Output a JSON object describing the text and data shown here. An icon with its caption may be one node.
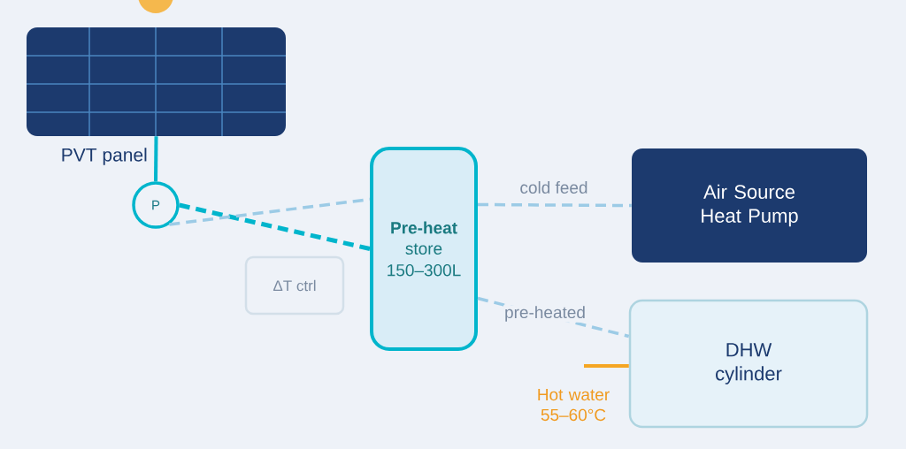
{
  "diagram": {
    "nodes": [
      {
        "text": [
          "PVT panel"
        ]
      },
      {
        "text": [
          "P"
        ]
      },
      {
        "text": [
          "Pre-heat",
          "store",
          "150–300L"
        ]
      },
      {
        "text": [
          "Air Source Heat Pump"
        ]
      },
      {
        "text": [
          "ΔT ctrl"
        ]
      },
      {
        "text": [
          "DHW cylinder"
        ]
      }
    ],
    "edges": [
      {
        "from": 0,
        "to": 1,
        "arrow": "none",
        "color": "#00b5cc"
      },
      {
        "from": 1,
        "to": 2,
        "arrow": "none",
        "style": "dashed",
        "color": "#00b5cc"
      },
      {
        "from": 1,
        "to": 2,
        "arrow": "none",
        "style": "dashed"
      },
      {
        "from": 2,
        "to": 3,
        "label": "cold feed",
        "arrow": "none",
        "style": "dashed"
      },
      {
        "from": 2,
        "to": 5,
        "label": "pre-heated",
        "arrow": "none",
        "style": "dashed"
      },
      {
        "from": 5,
        "to": null,
        "label": "Hot water 55–60°C",
        "arrow": "none",
        "color": "#f5a623"
      }
    ]
  }
}
